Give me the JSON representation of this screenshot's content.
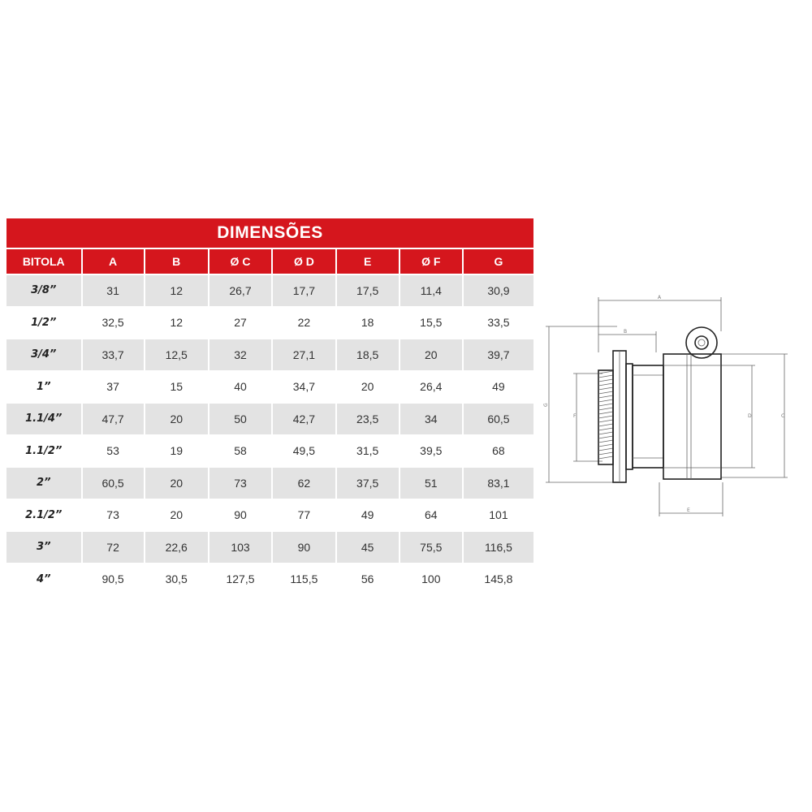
{
  "title": "DIMENSÕES",
  "headers": [
    "BITOLA",
    "A",
    "B",
    "Ø C",
    "Ø D",
    "E",
    "Ø F",
    "G"
  ],
  "rows": [
    [
      "3/8”",
      "31",
      "12",
      "26,7",
      "17,7",
      "17,5",
      "11,4",
      "30,9"
    ],
    [
      "1/2”",
      "32,5",
      "12",
      "27",
      "22",
      "18",
      "15,5",
      "33,5"
    ],
    [
      "3/4”",
      "33,7",
      "12,5",
      "32",
      "27,1",
      "18,5",
      "20",
      "39,7"
    ],
    [
      "1”",
      "37",
      "15",
      "40",
      "34,7",
      "20",
      "26,4",
      "49"
    ],
    [
      "1.1/4”",
      "47,7",
      "20",
      "50",
      "42,7",
      "23,5",
      "34",
      "60,5"
    ],
    [
      "1.1/2”",
      "53",
      "19",
      "58",
      "49,5",
      "31,5",
      "39,5",
      "68"
    ],
    [
      "2”",
      "60,5",
      "20",
      "73",
      "62",
      "37,5",
      "51",
      "83,1"
    ],
    [
      "2.1/2”",
      "73",
      "20",
      "90",
      "77",
      "49",
      "64",
      "101"
    ],
    [
      "3”",
      "72",
      "22,6",
      "103",
      "90",
      "45",
      "75,5",
      "116,5"
    ],
    [
      "4”",
      "90,5",
      "30,5",
      "127,5",
      "115,5",
      "56",
      "100",
      "145,8"
    ]
  ],
  "drawing_labels": {
    "A": "A",
    "B": "B",
    "C": "C",
    "D": "D",
    "E": "E",
    "F": "F",
    "G": "G"
  }
}
